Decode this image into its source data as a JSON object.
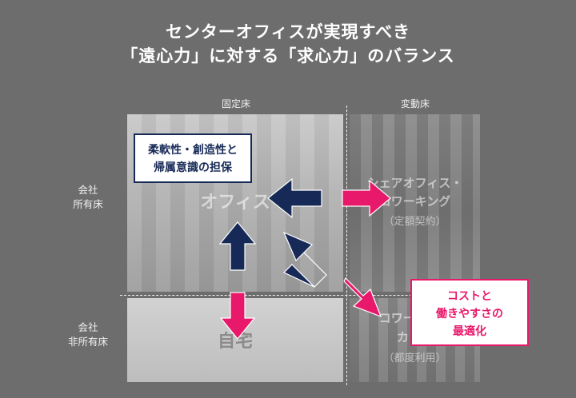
{
  "title": {
    "line1": "センターオフィスが実現すべき",
    "line2": "「遠心力」に対する「求心力」のバランス"
  },
  "columns": {
    "fixed": "固定床",
    "variable": "変動床"
  },
  "rows": {
    "owned_line1": "会社",
    "owned_line2": "所有床",
    "nonowned_line1": "会社",
    "nonowned_line2": "非所有床"
  },
  "quadrants": {
    "office": {
      "label": "オフィス"
    },
    "share": {
      "label_line1": "シェアオフィス・",
      "label_line2": "コワーキング",
      "note": "（定額契約）"
    },
    "home": {
      "label": "自宅"
    },
    "cowork": {
      "label_line1": "コワーキング",
      "label_line2": "カフェ",
      "note": "（都度利用）"
    }
  },
  "callouts": {
    "blue_line1": "柔軟性・創造性と",
    "blue_line2": "帰属意識の担保",
    "pink_line1": "コストと",
    "pink_line2": "働きやすさの",
    "pink_line3": "最適化"
  },
  "colors": {
    "navy": "#172a57",
    "pink": "#e8196a",
    "background": "#6d6d6d"
  }
}
